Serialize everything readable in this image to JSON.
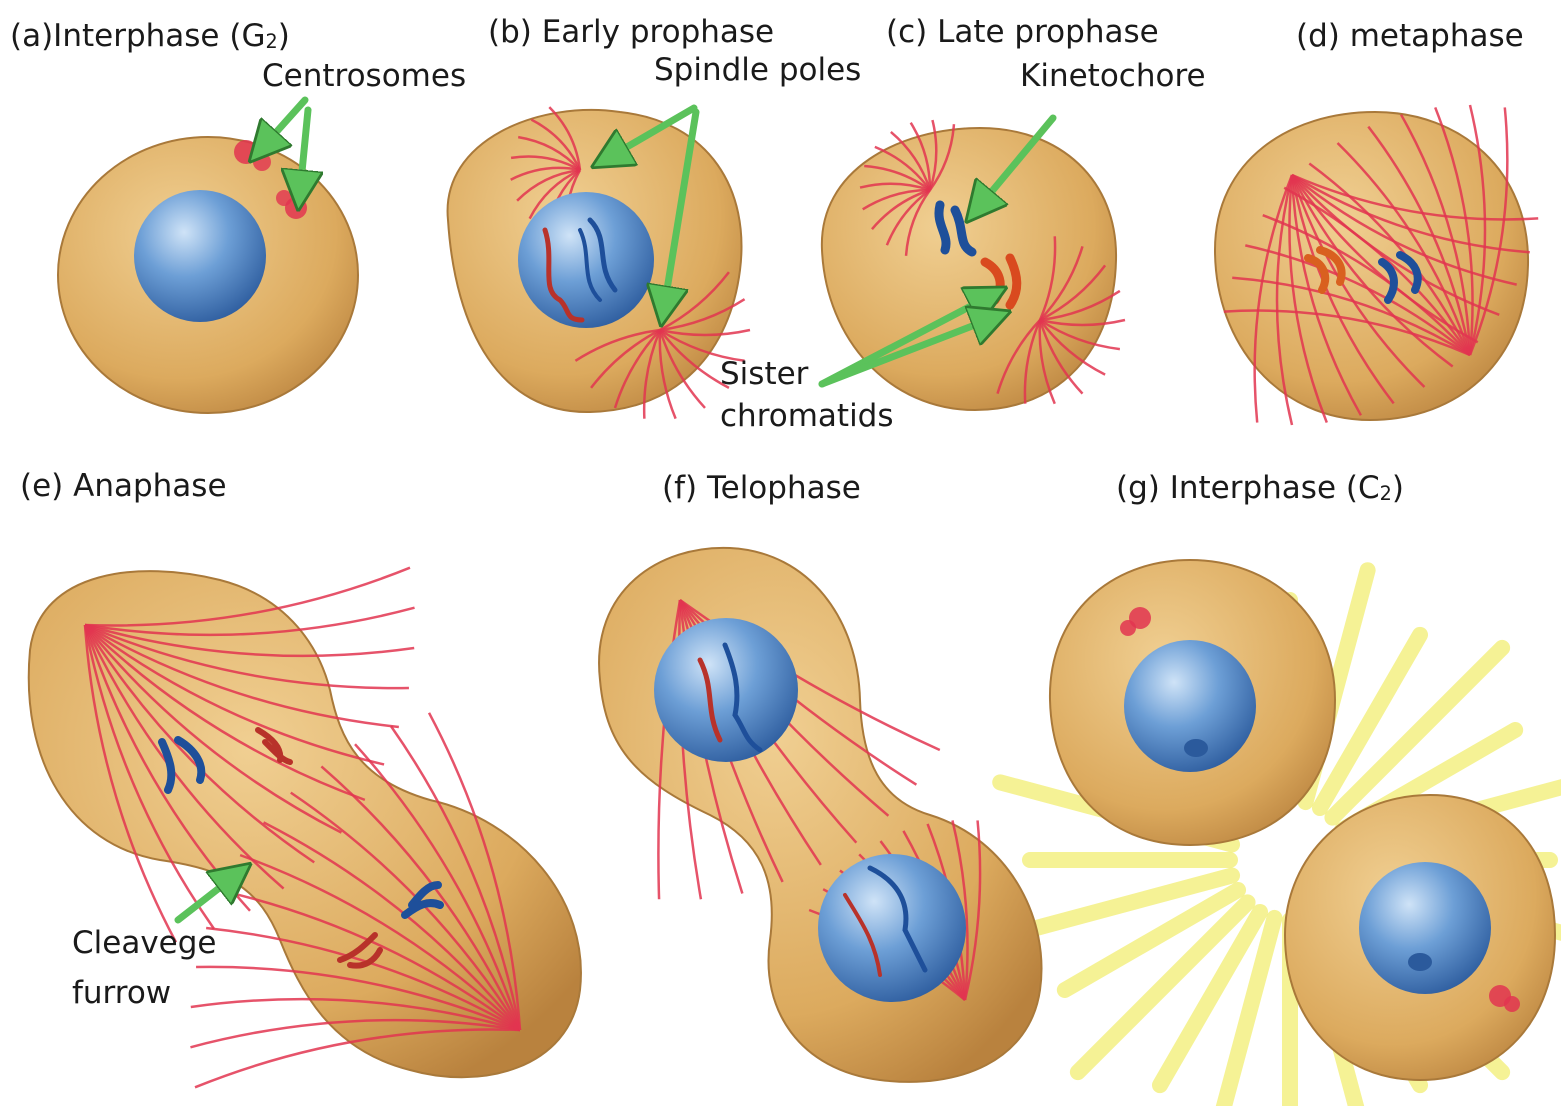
{
  "figure": {
    "stages": [
      {
        "id": "a",
        "prefix": "(a)Interphase (G",
        "sub": "2",
        "suffix": ")"
      },
      {
        "id": "b",
        "label": "(b) Early prophase"
      },
      {
        "id": "c",
        "label": "(c) Late prophase"
      },
      {
        "id": "d",
        "label": "(d) metaphase"
      },
      {
        "id": "e",
        "label": "(e) Anaphase"
      },
      {
        "id": "f",
        "label": "(f) Telophase"
      },
      {
        "id": "g",
        "prefix": "(g) Interphase (C",
        "sub": "2",
        "suffix": ")"
      }
    ],
    "annotations": {
      "centrosomes": "Centrosomes",
      "spindle_poles": "Spindle poles",
      "kinetochore": "Kinetochore",
      "sister_line1": "Sister",
      "sister_line2": "chromatids",
      "cleavage_line1": "Cleavege",
      "cleavage_line2": "furrow"
    }
  },
  "colors": {
    "cytoplasm": "#e2b46c",
    "cytoplasm_edge": "#a9793a",
    "nucleus": "#4f83c2",
    "spindle": "#e23550",
    "chromosome_blue": "#1e4f9a",
    "chromosome_red": "#b8322a",
    "arrow": "#5bc25b",
    "glow": "#f2ee72"
  }
}
